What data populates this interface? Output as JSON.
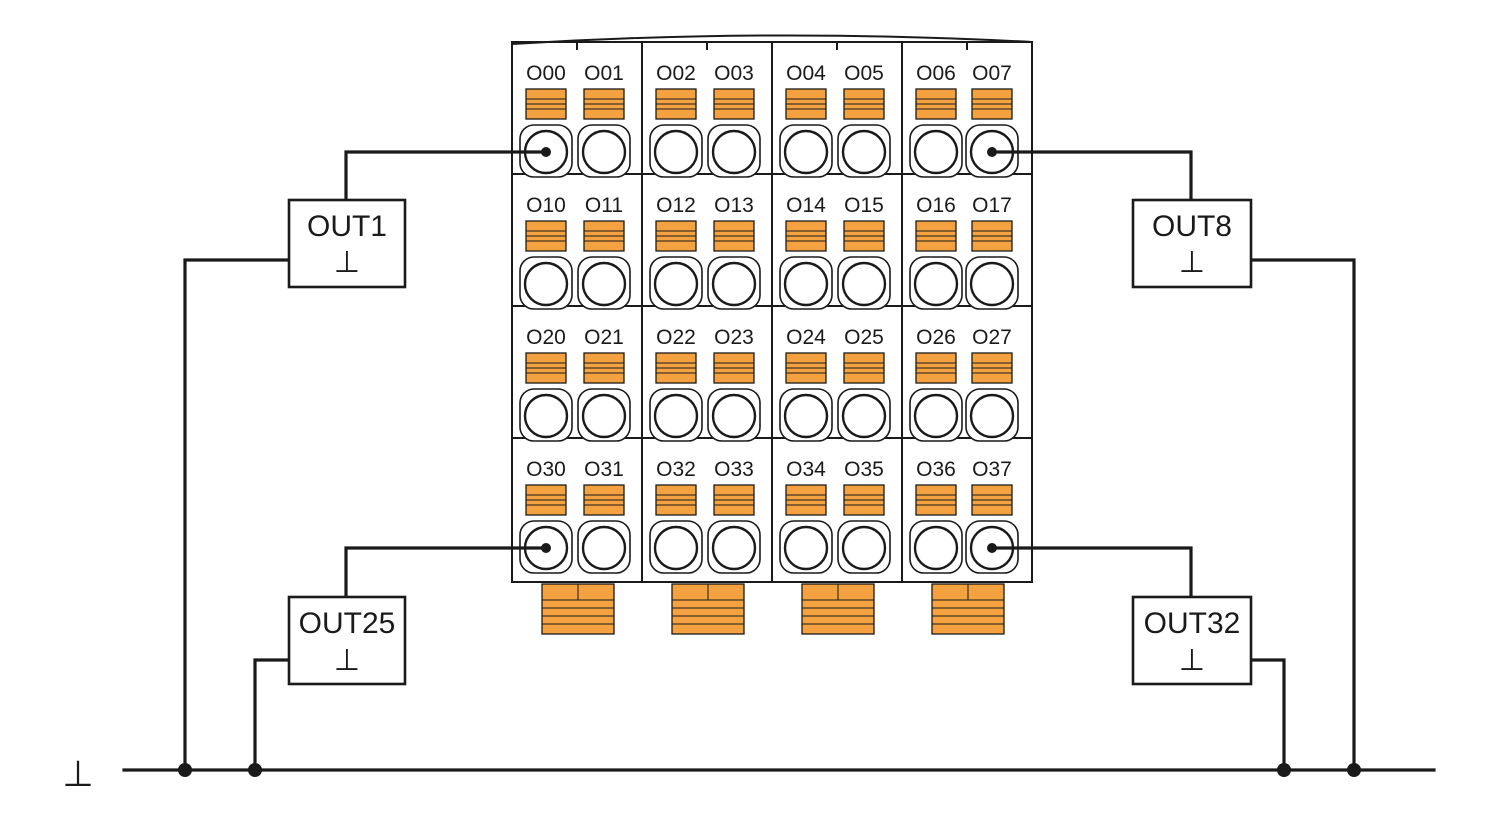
{
  "terminal_block": {
    "rows": [
      [
        "O00",
        "O01",
        "O02",
        "O03",
        "O04",
        "O05",
        "O06",
        "O07"
      ],
      [
        "O10",
        "O11",
        "O12",
        "O13",
        "O14",
        "O15",
        "O16",
        "O17"
      ],
      [
        "O20",
        "O21",
        "O22",
        "O23",
        "O24",
        "O25",
        "O26",
        "O27"
      ],
      [
        "O30",
        "O31",
        "O32",
        "O33",
        "O34",
        "O35",
        "O36",
        "O37"
      ]
    ],
    "accent_color": "#f4a240",
    "line_color": "#1a1a1a"
  },
  "loads": [
    {
      "label": "OUT1",
      "symbol": "⊥",
      "terminal": "O00"
    },
    {
      "label": "OUT8",
      "symbol": "⊥",
      "terminal": "O07"
    },
    {
      "label": "OUT25",
      "symbol": "⊥",
      "terminal": "O30"
    },
    {
      "label": "OUT32",
      "symbol": "⊥",
      "terminal": "O37"
    }
  ],
  "ground": {
    "symbol": "⊥"
  }
}
